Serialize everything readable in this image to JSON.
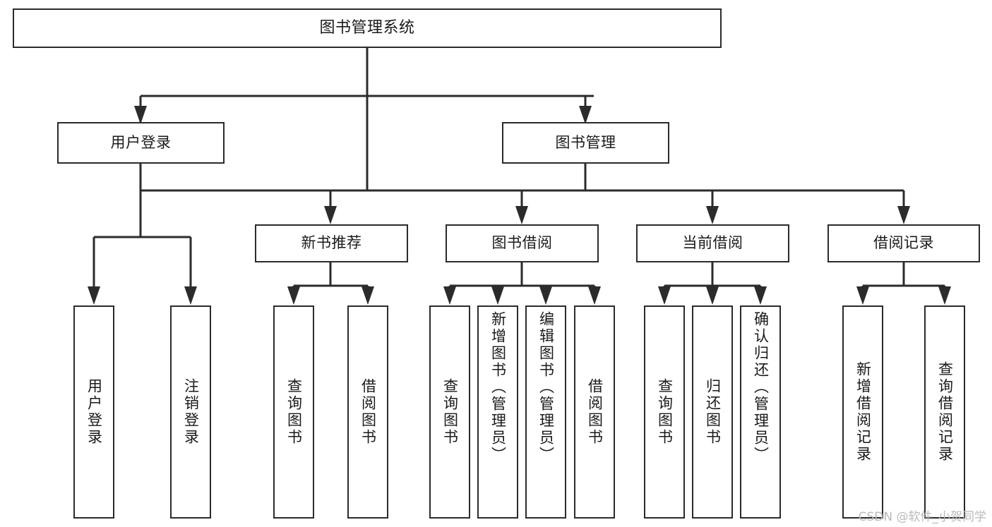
{
  "diagram": {
    "type": "tree",
    "title": "图书管理系统",
    "watermark": "CSDN @软件_小贺同学",
    "colors": {
      "stroke": "#2b2b2b",
      "fill": "#ffffff",
      "text": "#1a1a1a",
      "watermark": "#b9b9b9"
    },
    "nodes": {
      "root": {
        "label": "图书管理系统"
      },
      "level2": [
        {
          "label": "用户登录"
        },
        {
          "label": "图书管理"
        }
      ],
      "level3": [
        {
          "label": "新书推荐"
        },
        {
          "label": "图书借阅"
        },
        {
          "label": "当前借阅"
        },
        {
          "label": "借阅记录"
        }
      ],
      "leaves": {
        "user_login": [
          {
            "label": "用户登录"
          },
          {
            "label": "注销登录"
          }
        ],
        "new_book": [
          {
            "label": "查询图书"
          },
          {
            "label": "借阅图书"
          }
        ],
        "book_borrow": [
          {
            "label": "查询图书"
          },
          {
            "label": "新增图书（管理员）"
          },
          {
            "label": "编辑图书（管理员）"
          },
          {
            "label": "借阅图书"
          }
        ],
        "current_borrow": [
          {
            "label": "查询图书"
          },
          {
            "label": "归还图书"
          },
          {
            "label": "确认归还（管理员）"
          }
        ],
        "borrow_record": [
          {
            "label": "新增借阅记录"
          },
          {
            "label": "查询借阅记录"
          }
        ]
      }
    }
  }
}
